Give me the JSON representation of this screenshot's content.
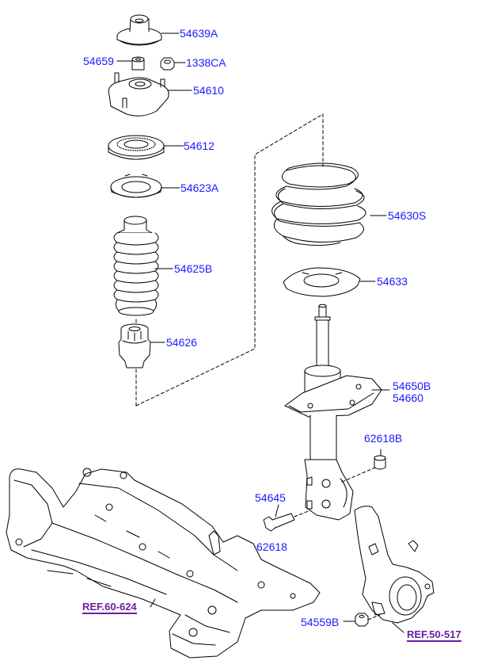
{
  "parts": {
    "p54639A": {
      "label": "54639A"
    },
    "p54659": {
      "label": "54659"
    },
    "p1338CA": {
      "label": "1338CA"
    },
    "p54610": {
      "label": "54610"
    },
    "p54612": {
      "label": "54612"
    },
    "p54623A": {
      "label": "54623A"
    },
    "p54625B": {
      "label": "54625B"
    },
    "p54626": {
      "label": "54626"
    },
    "p54630S": {
      "label": "54630S"
    },
    "p54633": {
      "label": "54633"
    },
    "p54650B": {
      "label": "54650B"
    },
    "p54660": {
      "label": "54660"
    },
    "p62618B": {
      "label": "62618B"
    },
    "p54645": {
      "label": "54645"
    },
    "p62618": {
      "label": "62618"
    },
    "p54559B": {
      "label": "54559B"
    }
  },
  "refs": {
    "r60624": {
      "label": "REF.60-624"
    },
    "r50517": {
      "label": "REF.50-517"
    }
  },
  "colors": {
    "callout_text": "#1a1aff",
    "ref_text": "#6a1fa0",
    "line_art": "#000000"
  }
}
